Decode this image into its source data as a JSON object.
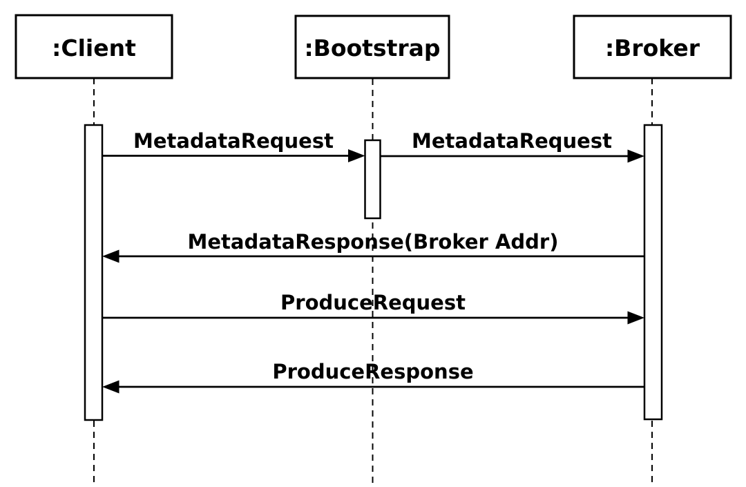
{
  "diagram": {
    "kind": "uml-sequence-diagram",
    "colors": {
      "line": "#000000",
      "background": "#ffffff",
      "box_fill": "#ffffff"
    },
    "actors": [
      {
        "label": ":Client"
      },
      {
        "label": ":Bootstrap"
      },
      {
        "label": ":Broker"
      }
    ],
    "messages": [
      {
        "label": "MetadataRequest",
        "from": ":Client",
        "to": ":Bootstrap",
        "direction": "right"
      },
      {
        "label": "MetadataRequest",
        "from": ":Bootstrap",
        "to": ":Broker",
        "direction": "right"
      },
      {
        "label": "MetadataResponse(Broker Addr)",
        "from": ":Broker",
        "to": ":Client",
        "direction": "left"
      },
      {
        "label": "ProduceRequest",
        "from": ":Client",
        "to": ":Broker",
        "direction": "right"
      },
      {
        "label": "ProduceResponse",
        "from": ":Broker",
        "to": ":Client",
        "direction": "left"
      }
    ]
  }
}
